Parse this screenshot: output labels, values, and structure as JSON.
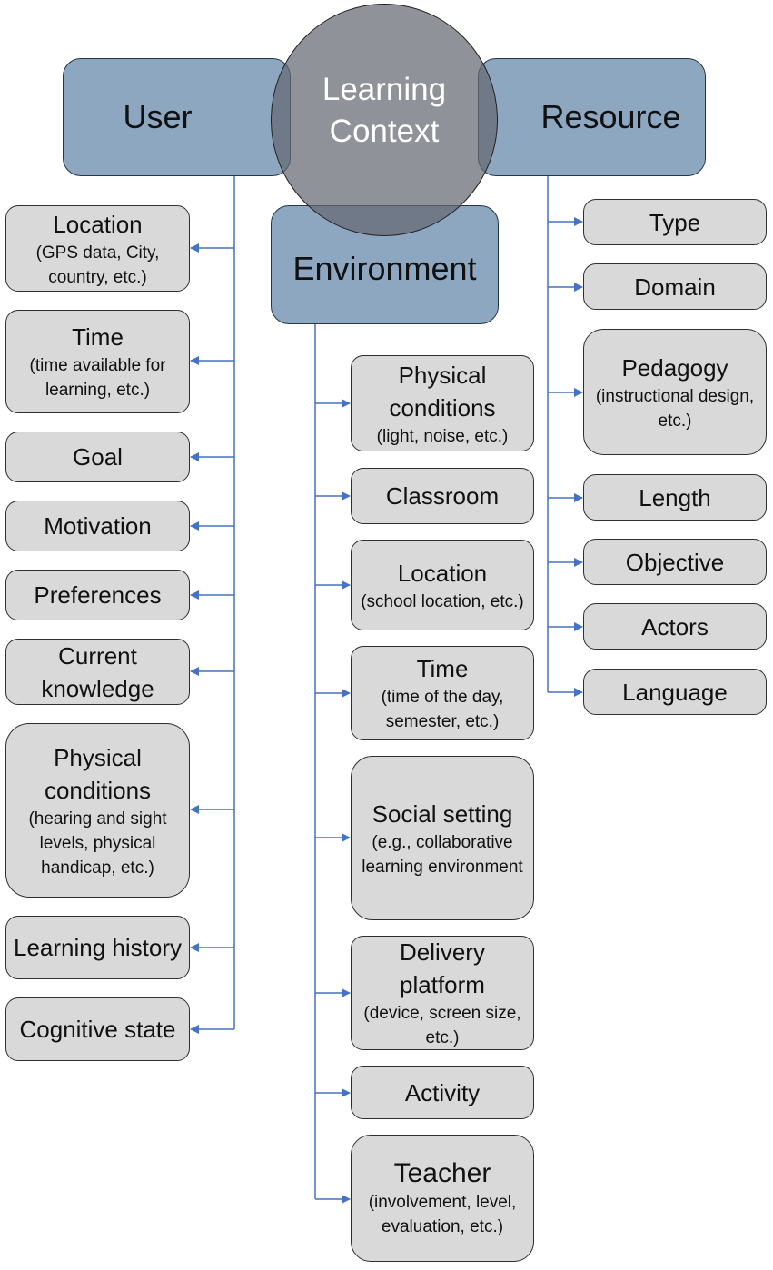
{
  "center": {
    "line1": "Learning",
    "line2": "Context"
  },
  "user": {
    "title": "User",
    "items": [
      {
        "title": "Location",
        "sub": "(GPS data, City, country, etc.)"
      },
      {
        "title": "Time",
        "sub": "(time available for learning, etc.)"
      },
      {
        "title": "Goal",
        "sub": ""
      },
      {
        "title": "Motivation",
        "sub": ""
      },
      {
        "title": "Preferences",
        "sub": ""
      },
      {
        "title": "Current knowledge",
        "sub": ""
      },
      {
        "title": "Physical conditions",
        "sub": "(hearing and sight levels, physical handicap, etc.)"
      },
      {
        "title": "Learning history",
        "sub": ""
      },
      {
        "title": "Cognitive state",
        "sub": ""
      }
    ]
  },
  "environment": {
    "title": "Environment",
    "items": [
      {
        "title": "Physical conditions",
        "sub": "(light, noise, etc.)"
      },
      {
        "title": "Classroom",
        "sub": ""
      },
      {
        "title": "Location",
        "sub": "(school location, etc.)"
      },
      {
        "title": "Time",
        "sub": "(time of the day, semester, etc.)"
      },
      {
        "title": "Social setting",
        "sub": "(e.g., collaborative learning environment"
      },
      {
        "title": "Delivery platform",
        "sub": "(device, screen size, etc.)"
      },
      {
        "title": "Activity",
        "sub": ""
      },
      {
        "title": "Teacher",
        "sub": "(involvement, level, evaluation, etc.)"
      }
    ]
  },
  "resource": {
    "title": "Resource",
    "items": [
      {
        "title": "Type",
        "sub": ""
      },
      {
        "title": "Domain",
        "sub": ""
      },
      {
        "title": "Pedagogy",
        "sub": "(instructional design, etc.)"
      },
      {
        "title": "Length",
        "sub": ""
      },
      {
        "title": "Objective",
        "sub": ""
      },
      {
        "title": "Actors",
        "sub": ""
      },
      {
        "title": "Language",
        "sub": ""
      }
    ]
  },
  "colors": {
    "header_fill": "#8ea7c1",
    "box_fill": "#d9d9d9",
    "circle_fill": "#646872",
    "connector": "#4472c4"
  }
}
